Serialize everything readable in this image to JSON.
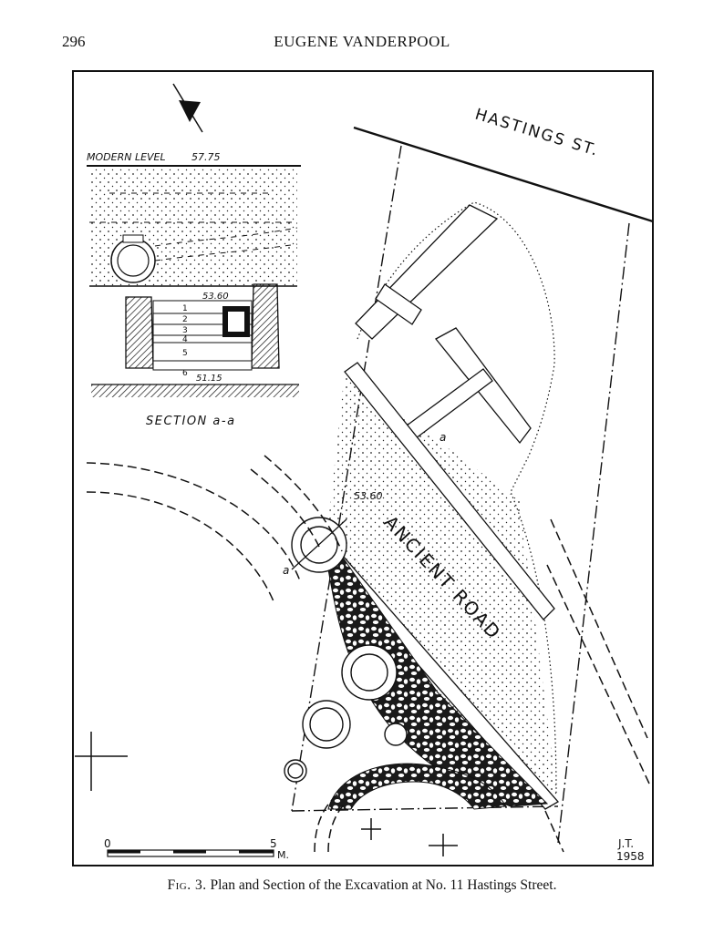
{
  "header": {
    "page_number": "296",
    "running_head": "EUGENE VANDERPOOL"
  },
  "figure": {
    "street_label": "HASTINGS ST.",
    "road_label": "ANCIENT ROAD",
    "section_title": "SECTION a-a",
    "modern_level_label": "MODERN LEVEL",
    "modern_level_value": "57.75",
    "level_upper": "53.60",
    "level_lower": "51.15",
    "plan_level": "53.60",
    "section_mark_a1": "a",
    "section_mark_a2": "a",
    "layer_numbers": [
      "2",
      "3",
      "4",
      "5",
      "6"
    ],
    "layer_1": "1",
    "scale_start": "0",
    "scale_end": "5",
    "scale_unit": "M.",
    "initials": "J.T.",
    "year": "1958"
  },
  "caption": {
    "label": "Fig. 3.",
    "text": "Plan and Section of the Excavation at No. 11 Hastings Street."
  }
}
